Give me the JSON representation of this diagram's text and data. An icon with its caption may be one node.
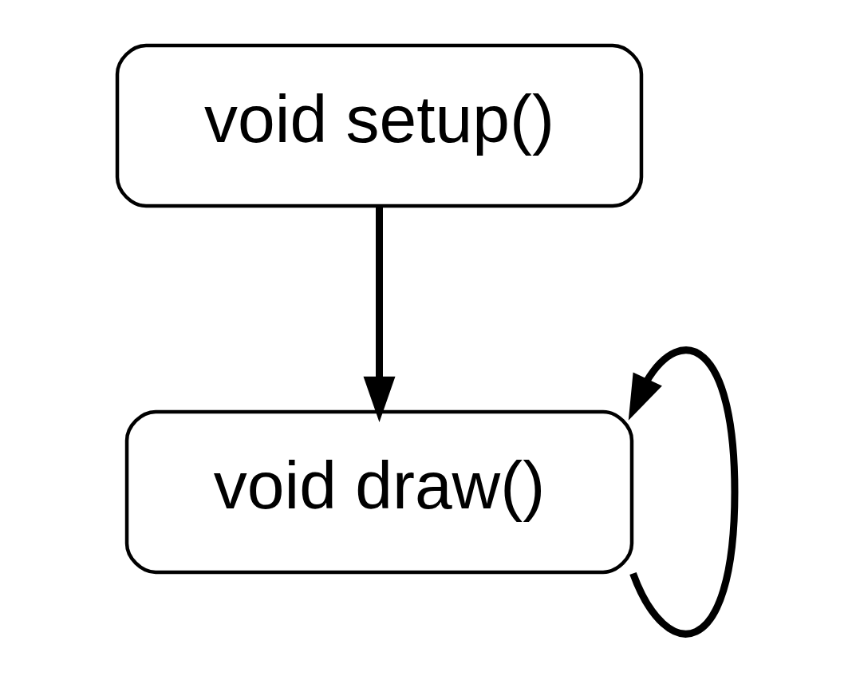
{
  "diagram": {
    "nodes": [
      {
        "text": [
          "void setup()"
        ]
      },
      {
        "text": [
          "void draw()"
        ]
      }
    ],
    "edges": [
      {
        "from": 0,
        "to": 1,
        "arrow": "to"
      },
      {
        "from": 1,
        "to": 1,
        "arrow": "to"
      }
    ]
  }
}
